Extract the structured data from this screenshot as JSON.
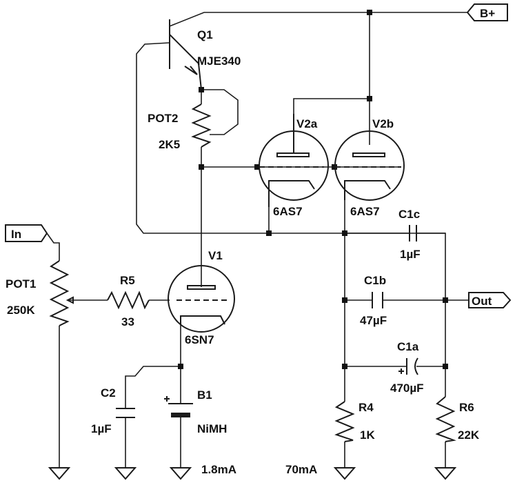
{
  "ports": {
    "in": "In",
    "out": "Out",
    "bplus": "B+"
  },
  "components": {
    "q1": {
      "ref": "Q1",
      "value": "MJE340"
    },
    "pot1": {
      "ref": "POT1",
      "value": "250K"
    },
    "pot2": {
      "ref": "POT2",
      "value": "2K5"
    },
    "r4": {
      "ref": "R4",
      "value": "1K"
    },
    "r5": {
      "ref": "R5",
      "value": "33"
    },
    "r6": {
      "ref": "R6",
      "value": "22K"
    },
    "c1a": {
      "ref": "C1a",
      "value": "470µF"
    },
    "c1b": {
      "ref": "C1b",
      "value": "47µF"
    },
    "c1c": {
      "ref": "C1c",
      "value": "1µF"
    },
    "c2": {
      "ref": "C2",
      "value": "1µF"
    },
    "b1": {
      "ref": "B1",
      "value": "NiMH"
    },
    "v1": {
      "ref": "V1",
      "value": "6SN7"
    },
    "v2a": {
      "ref": "V2a",
      "value": "6AS7"
    },
    "v2b": {
      "ref": "V2b",
      "value": "6AS7"
    }
  },
  "annotations": {
    "current_v1": "1.8mA",
    "current_v2": "70mA"
  }
}
